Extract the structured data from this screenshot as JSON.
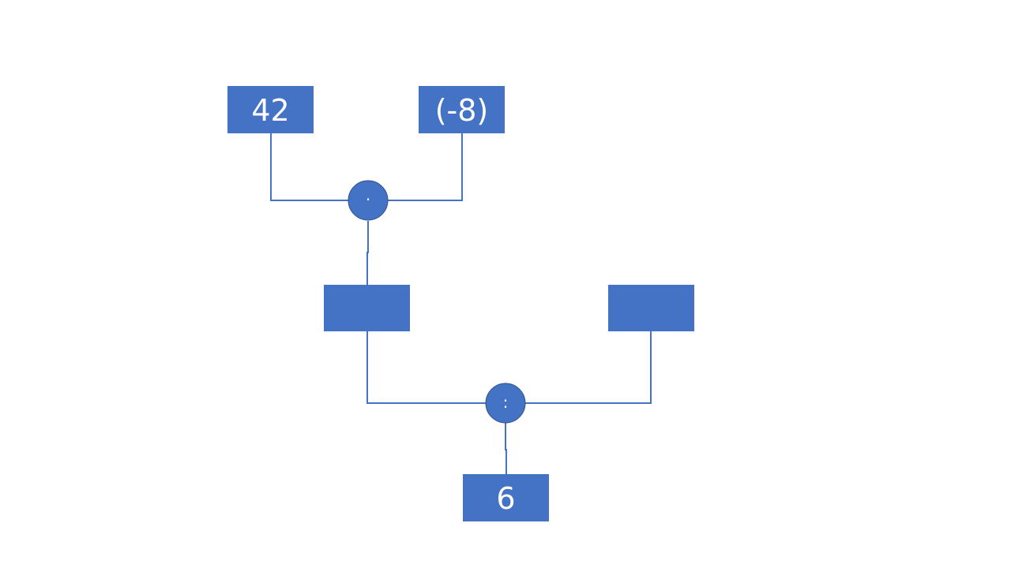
{
  "diagram": {
    "top_left_box": "42",
    "top_right_box": "(-8)",
    "first_operator": "·",
    "middle_left_box": "",
    "middle_right_box": "",
    "second_operator": ":",
    "bottom_box": "6"
  },
  "colors": {
    "box_fill": "#4472C4",
    "operator_fill": "#4472C4",
    "connector": "#4472C4",
    "text": "#FFFFFF"
  }
}
